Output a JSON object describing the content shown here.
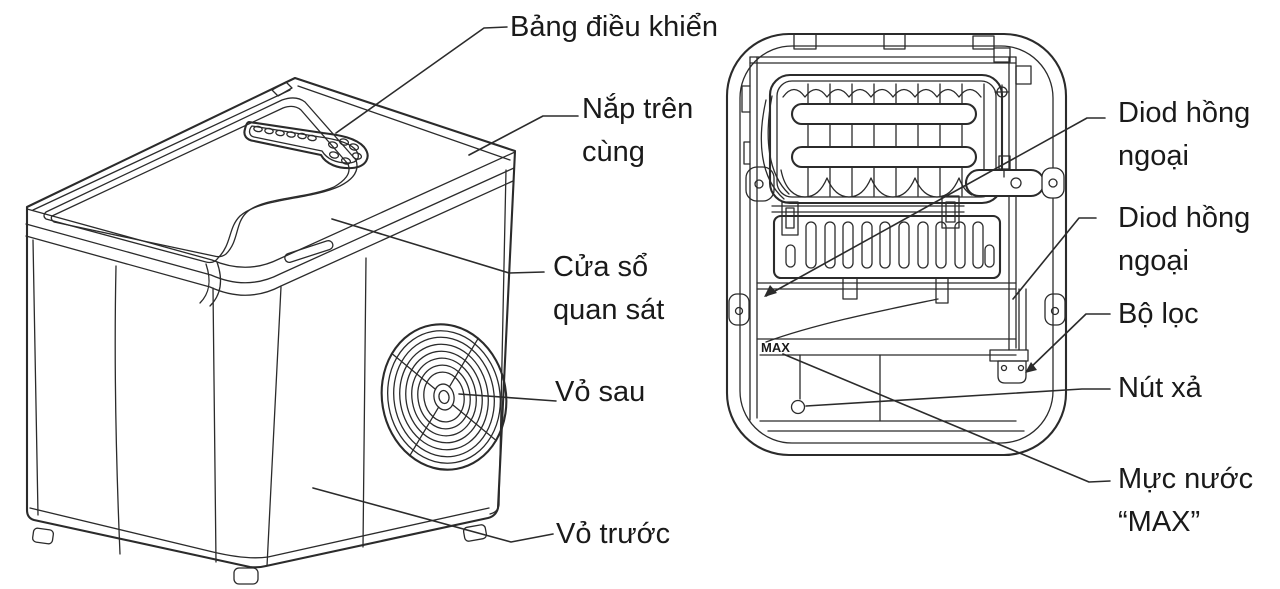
{
  "colors": {
    "background": "#ffffff",
    "line_art": "#2b2b2b",
    "label_text": "#1a1a1a"
  },
  "left_view": {
    "labels": {
      "control_panel": {
        "line1": "Bảng điều khiển"
      },
      "top_lid": {
        "line1": "Nắp trên",
        "line2": "cùng"
      },
      "observation_window": {
        "line1": "Cửa sổ",
        "line2": "quan sát"
      },
      "back_cover": {
        "line1": "Vỏ sau"
      },
      "front_cover": {
        "line1": "Vỏ trước"
      }
    }
  },
  "right_view": {
    "labels": {
      "ir_diode_top": {
        "line1": "Diod hồng",
        "line2": "ngoại"
      },
      "ir_diode_bottom": {
        "line1": "Diod hồng",
        "line2": "ngoại"
      },
      "filter": {
        "line1": "Bộ lọc"
      },
      "drain_button": {
        "line1": "Nút xả"
      },
      "water_level_max": {
        "line1": "Mực nước",
        "line2": "“MAX”"
      }
    },
    "markings": {
      "max": "MAX"
    }
  }
}
